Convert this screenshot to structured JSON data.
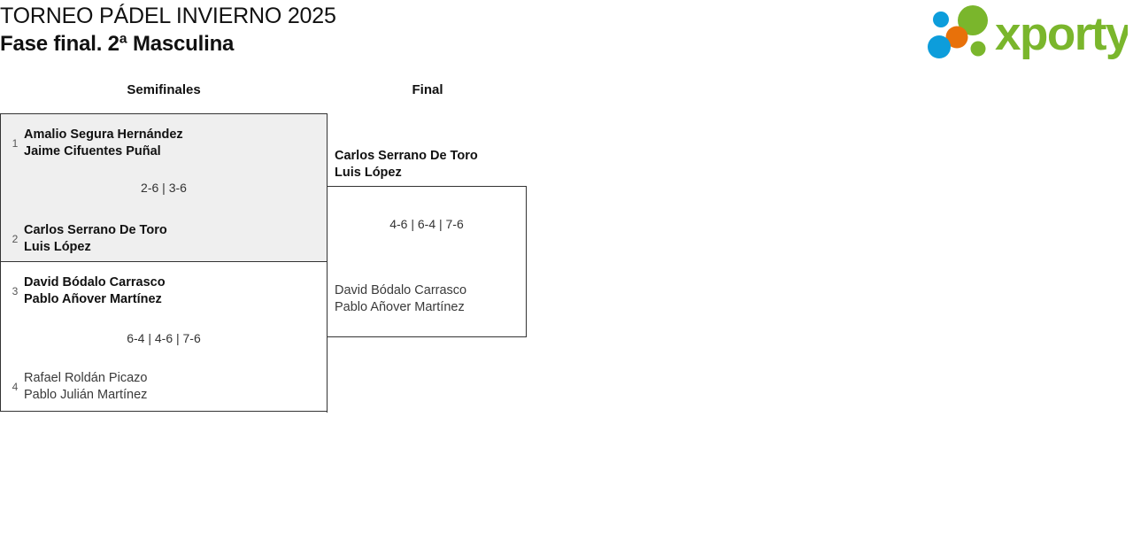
{
  "header": {
    "tournament_title": "TORNEO PÁDEL INVIERNO 2025",
    "phase_subtitle": "Fase final. 2ª Masculina",
    "logo": {
      "wordmark": "xporty",
      "dot_colors": [
        "#0d9ddb",
        "#e8710a",
        "#7ab62c"
      ],
      "wordmark_color": "#7ab62c"
    }
  },
  "bracket": {
    "rounds": [
      {
        "id": "semifinals",
        "label": "Semifinales"
      },
      {
        "id": "final",
        "label": "Final"
      }
    ],
    "semifinals": [
      {
        "match_id": "sf-1",
        "highlighted": true,
        "score": "2-6 | 3-6",
        "top": {
          "seed": "1",
          "player1": "Amalio Segura Hernández",
          "player2": "Jaime Cifuentes Puñal",
          "result": "loser"
        },
        "bottom": {
          "seed": "2",
          "player1": "Carlos Serrano De Toro",
          "player2": "Luis López",
          "result": "winner"
        }
      },
      {
        "match_id": "sf-2",
        "highlighted": false,
        "score": "6-4 | 4-6 | 7-6",
        "top": {
          "seed": "3",
          "player1": "David Bódalo Carrasco",
          "player2": "Pablo Añover Martínez",
          "result": "winner"
        },
        "bottom": {
          "seed": "4",
          "player1": "Rafael Roldán Picazo",
          "player2": "Pablo Julián Martínez",
          "result": "loser"
        }
      }
    ],
    "final": {
      "match_id": "final-1",
      "score": "4-6 | 6-4 | 7-6",
      "top": {
        "player1": "Carlos Serrano De Toro",
        "player2": "Luis López",
        "result": "winner"
      },
      "bottom": {
        "player1": "David Bódalo Carrasco",
        "player2": "Pablo Añover Martínez",
        "result": "loser"
      }
    }
  },
  "colors": {
    "highlight_background": "#efefef",
    "border": "#333333",
    "text": "#111111",
    "muted_text": "#3a3a3a"
  }
}
